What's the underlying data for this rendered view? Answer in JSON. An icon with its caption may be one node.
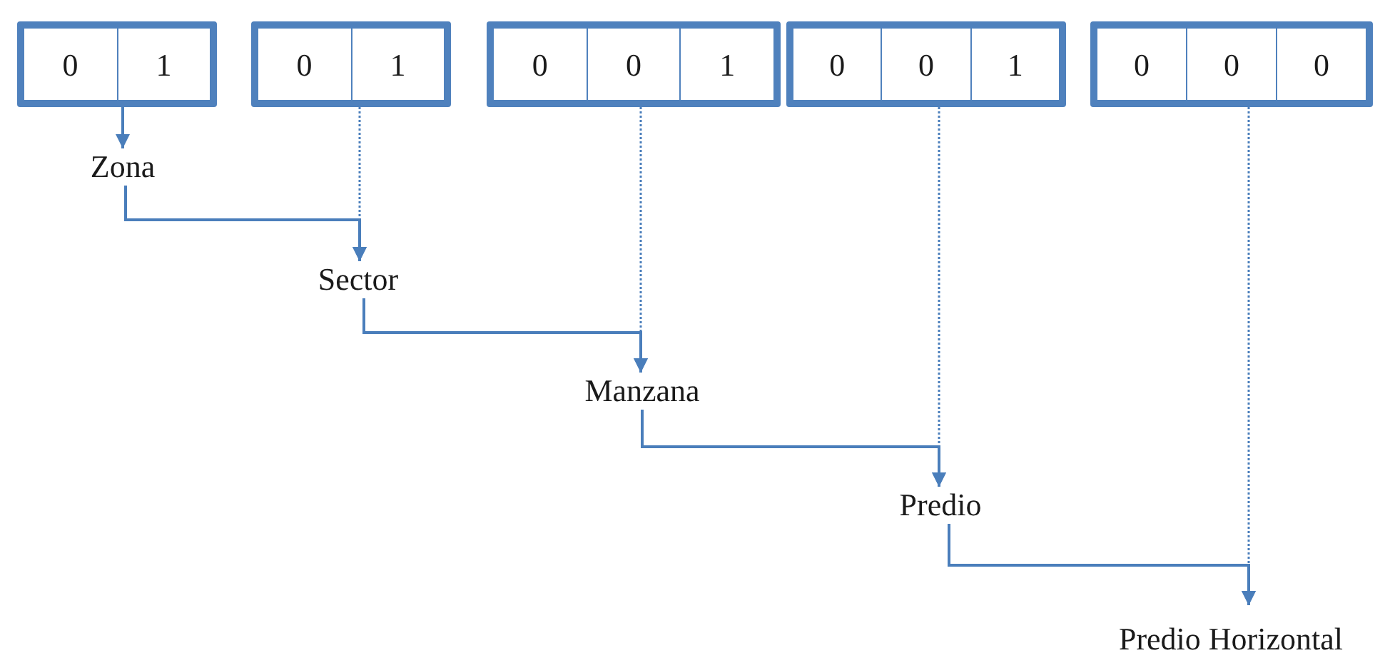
{
  "diagram": {
    "nodes": [
      {
        "text": [
          "0",
          "1"
        ]
      },
      {
        "text": [
          "0",
          "1"
        ]
      },
      {
        "text": [
          "0",
          "0",
          "1"
        ]
      },
      {
        "text": [
          "0",
          "0",
          "1"
        ]
      },
      {
        "text": [
          "0",
          "0",
          "0"
        ]
      },
      {
        "text": [
          "Zona"
        ]
      },
      {
        "text": [
          "Sector"
        ]
      },
      {
        "text": [
          "Manzana"
        ]
      },
      {
        "text": [
          "Predio"
        ]
      },
      {
        "text": [
          "Predio Horizontal"
        ]
      }
    ],
    "edges": [
      {
        "from": 0,
        "to": 5,
        "arrow": "to"
      },
      {
        "from": 5,
        "to": 6,
        "arrow": "to"
      },
      {
        "from": 1,
        "to": 6,
        "arrow": "to",
        "style": "dashed"
      },
      {
        "from": 6,
        "to": 7,
        "arrow": "to"
      },
      {
        "from": 2,
        "to": 7,
        "arrow": "to",
        "style": "dashed"
      },
      {
        "from": 7,
        "to": 8,
        "arrow": "to"
      },
      {
        "from": 3,
        "to": 8,
        "arrow": "to",
        "style": "dashed"
      },
      {
        "from": 8,
        "to": 9,
        "arrow": "to"
      },
      {
        "from": 4,
        "to": 9,
        "arrow": "to",
        "style": "dashed"
      }
    ]
  }
}
